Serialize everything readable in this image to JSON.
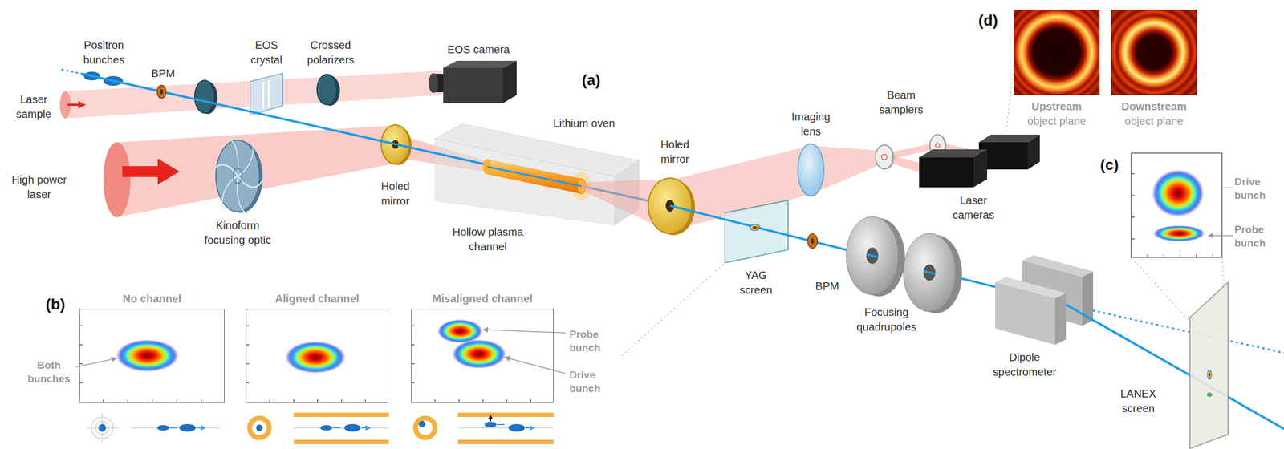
{
  "diagram": {
    "nodes": [
      {
        "text": [
          "No channel"
        ]
      },
      {
        "text": [
          "Aligned channel"
        ]
      },
      {
        "text": [
          "Misaligned channel"
        ]
      },
      {
        "text": [
          "Upstream",
          "object plane"
        ]
      },
      {
        "text": [
          "Downstream",
          "object plane"
        ]
      }
    ],
    "labels": [
      "Positron bunches",
      "BPM",
      "EOS crystal",
      "Crossed polarizers",
      "EOS camera",
      "(a)",
      "Laser sample",
      "High power laser",
      "Kinoform focusing optic",
      "Holed mirror",
      "Lithium oven",
      "Hollow plasma channel",
      "Holed mirror",
      "Imaging lens",
      "Beam samplers",
      "(d)",
      "Laser cameras",
      "(c)",
      "Drive bunch",
      "Probe bunch",
      "YAG screen",
      "BPM",
      "Focusing quadrupoles",
      "Dipole spectrometer",
      "LANEX screen",
      "(b)",
      "Both bunches",
      "Probe bunch",
      "Drive bunch"
    ]
  }
}
